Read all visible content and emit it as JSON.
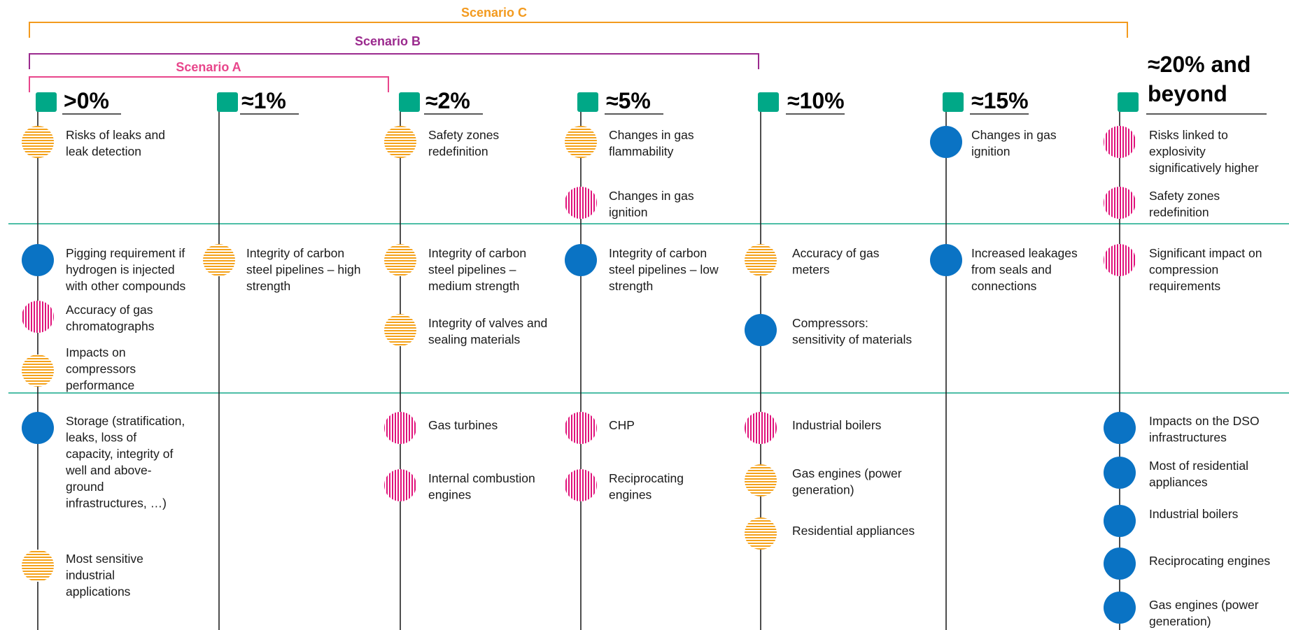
{
  "scenarios": [
    {
      "label": "Scenario A",
      "color": "#e8458b"
    },
    {
      "label": "Scenario B",
      "color": "#9b2a8e"
    },
    {
      "label": "Scenario C",
      "color": "#f39a1e"
    }
  ],
  "colors": {
    "marker": "#00a887",
    "separator": "#14a88a",
    "orange": "#f5a21a",
    "pink": "#e0127a",
    "blue": "#0a73c4",
    "timeline": "#222222"
  },
  "icon_styles": {
    "orange": "orange-horizontal-striped-circle-icon",
    "pink": "pink-vertical-striped-circle-icon",
    "blue": "blue-solid-circle-icon"
  },
  "columns": [
    {
      "header": [
        ">0%"
      ],
      "items": [
        {
          "style": "orange",
          "lines": [
            "Risks of leaks and",
            "leak detection"
          ]
        },
        {
          "style": "blue",
          "lines": [
            "Pigging requirement if",
            "hydrogen is injected",
            "with other compounds"
          ]
        },
        {
          "style": "pink",
          "lines": [
            "Accuracy of gas",
            "chromatographs"
          ]
        },
        {
          "style": "orange",
          "lines": [
            "Impacts on",
            "compressors",
            "performance"
          ]
        },
        {
          "style": "blue",
          "lines": [
            "Storage (stratification,",
            "leaks, loss of",
            "capacity, integrity of",
            "well and above-",
            "ground",
            "infrastructures, …)"
          ]
        },
        {
          "style": "orange",
          "lines": [
            "Most sensitive",
            "industrial",
            "applications"
          ]
        }
      ]
    },
    {
      "header": [
        "≈1%"
      ],
      "items": [
        {
          "style": "orange",
          "lines": [
            "Integrity of carbon",
            "steel pipelines – high",
            "strength"
          ]
        }
      ]
    },
    {
      "header": [
        "≈2%"
      ],
      "items": [
        {
          "style": "orange",
          "lines": [
            "Safety zones",
            "redefinition"
          ]
        },
        {
          "style": "orange",
          "lines": [
            "Integrity of carbon",
            "steel pipelines –",
            "medium strength"
          ]
        },
        {
          "style": "orange",
          "lines": [
            "Integrity of valves and",
            "sealing materials"
          ]
        },
        {
          "style": "pink",
          "lines": [
            "Gas turbines"
          ]
        },
        {
          "style": "pink",
          "lines": [
            "Internal combustion",
            "engines"
          ]
        }
      ]
    },
    {
      "header": [
        "≈5%"
      ],
      "items": [
        {
          "style": "orange",
          "lines": [
            "Changes in gas",
            "flammability"
          ]
        },
        {
          "style": "pink",
          "lines": [
            "Changes in gas",
            "ignition"
          ]
        },
        {
          "style": "blue",
          "lines": [
            "Integrity of carbon",
            "steel pipelines – low",
            "strength"
          ]
        },
        {
          "style": "pink",
          "lines": [
            "CHP"
          ]
        },
        {
          "style": "pink",
          "lines": [
            "Reciprocating",
            "engines"
          ]
        }
      ]
    },
    {
      "header": [
        "≈10%"
      ],
      "items": [
        {
          "style": "orange",
          "lines": [
            "Accuracy of gas",
            "meters"
          ]
        },
        {
          "style": "blue",
          "lines": [
            "Compressors:",
            "sensitivity of materials"
          ]
        },
        {
          "style": "pink",
          "lines": [
            "Industrial boilers"
          ]
        },
        {
          "style": "orange",
          "lines": [
            "Gas engines (power",
            "generation)"
          ]
        },
        {
          "style": "orange",
          "lines": [
            "Residential appliances"
          ]
        }
      ]
    },
    {
      "header": [
        "≈15%"
      ],
      "items": [
        {
          "style": "blue",
          "lines": [
            "Changes in gas",
            "ignition"
          ]
        },
        {
          "style": "blue",
          "lines": [
            "Increased leakages",
            "from seals and",
            "connections"
          ]
        }
      ]
    },
    {
      "header": [
        "≈20% and",
        "beyond"
      ],
      "items": [
        {
          "style": "pink",
          "lines": [
            "Risks linked to",
            "explosivity",
            "significatively higher"
          ]
        },
        {
          "style": "pink",
          "lines": [
            "Safety zones",
            "redefinition"
          ]
        },
        {
          "style": "pink",
          "lines": [
            "Significant impact on",
            "compression",
            "requirements"
          ]
        },
        {
          "style": "blue",
          "lines": [
            "Impacts on the DSO",
            "infrastructures"
          ]
        },
        {
          "style": "blue",
          "lines": [
            "Most of residential",
            "appliances"
          ]
        },
        {
          "style": "blue",
          "lines": [
            "Industrial boilers"
          ]
        },
        {
          "style": "blue",
          "lines": [
            "Reciprocating engines"
          ]
        },
        {
          "style": "blue",
          "lines": [
            "Gas engines (power",
            "generation)"
          ]
        }
      ]
    }
  ]
}
